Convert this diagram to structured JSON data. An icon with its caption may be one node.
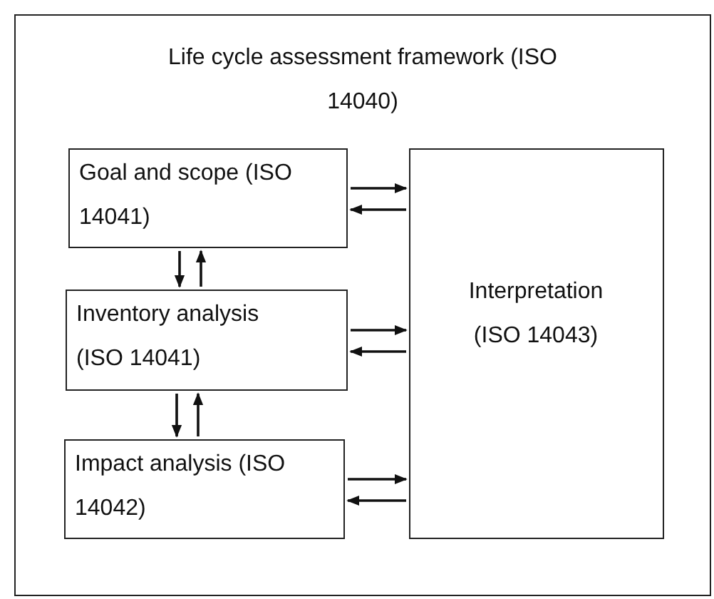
{
  "diagram": {
    "nodes": [
      {
        "text": [
          "Life cycle assessment framework (ISO 14040)"
        ]
      },
      {
        "text": [
          "Goal and scope (ISO 14041)"
        ],
        "in": 0
      },
      {
        "text": [
          "Inventory analysis (ISO 14041)"
        ],
        "in": 0
      },
      {
        "text": [
          "Impact analysis (ISO 14042)"
        ],
        "in": 0
      },
      {
        "text": [
          "Interpretation (ISO 14043)"
        ],
        "in": 0
      }
    ],
    "edges": [
      {
        "from": 1,
        "to": 4,
        "arrow": "to"
      },
      {
        "from": 4,
        "to": 1,
        "arrow": "to"
      },
      {
        "from": 1,
        "to": 2,
        "arrow": "to"
      },
      {
        "from": 2,
        "to": 1,
        "arrow": "to"
      },
      {
        "from": 2,
        "to": 4,
        "arrow": "to"
      },
      {
        "from": 4,
        "to": 2,
        "arrow": "to"
      },
      {
        "from": 2,
        "to": 3,
        "arrow": "to"
      },
      {
        "from": 3,
        "to": 2,
        "arrow": "to"
      },
      {
        "from": 3,
        "to": 4,
        "arrow": "to"
      },
      {
        "from": 4,
        "to": 3,
        "arrow": "to"
      }
    ]
  }
}
